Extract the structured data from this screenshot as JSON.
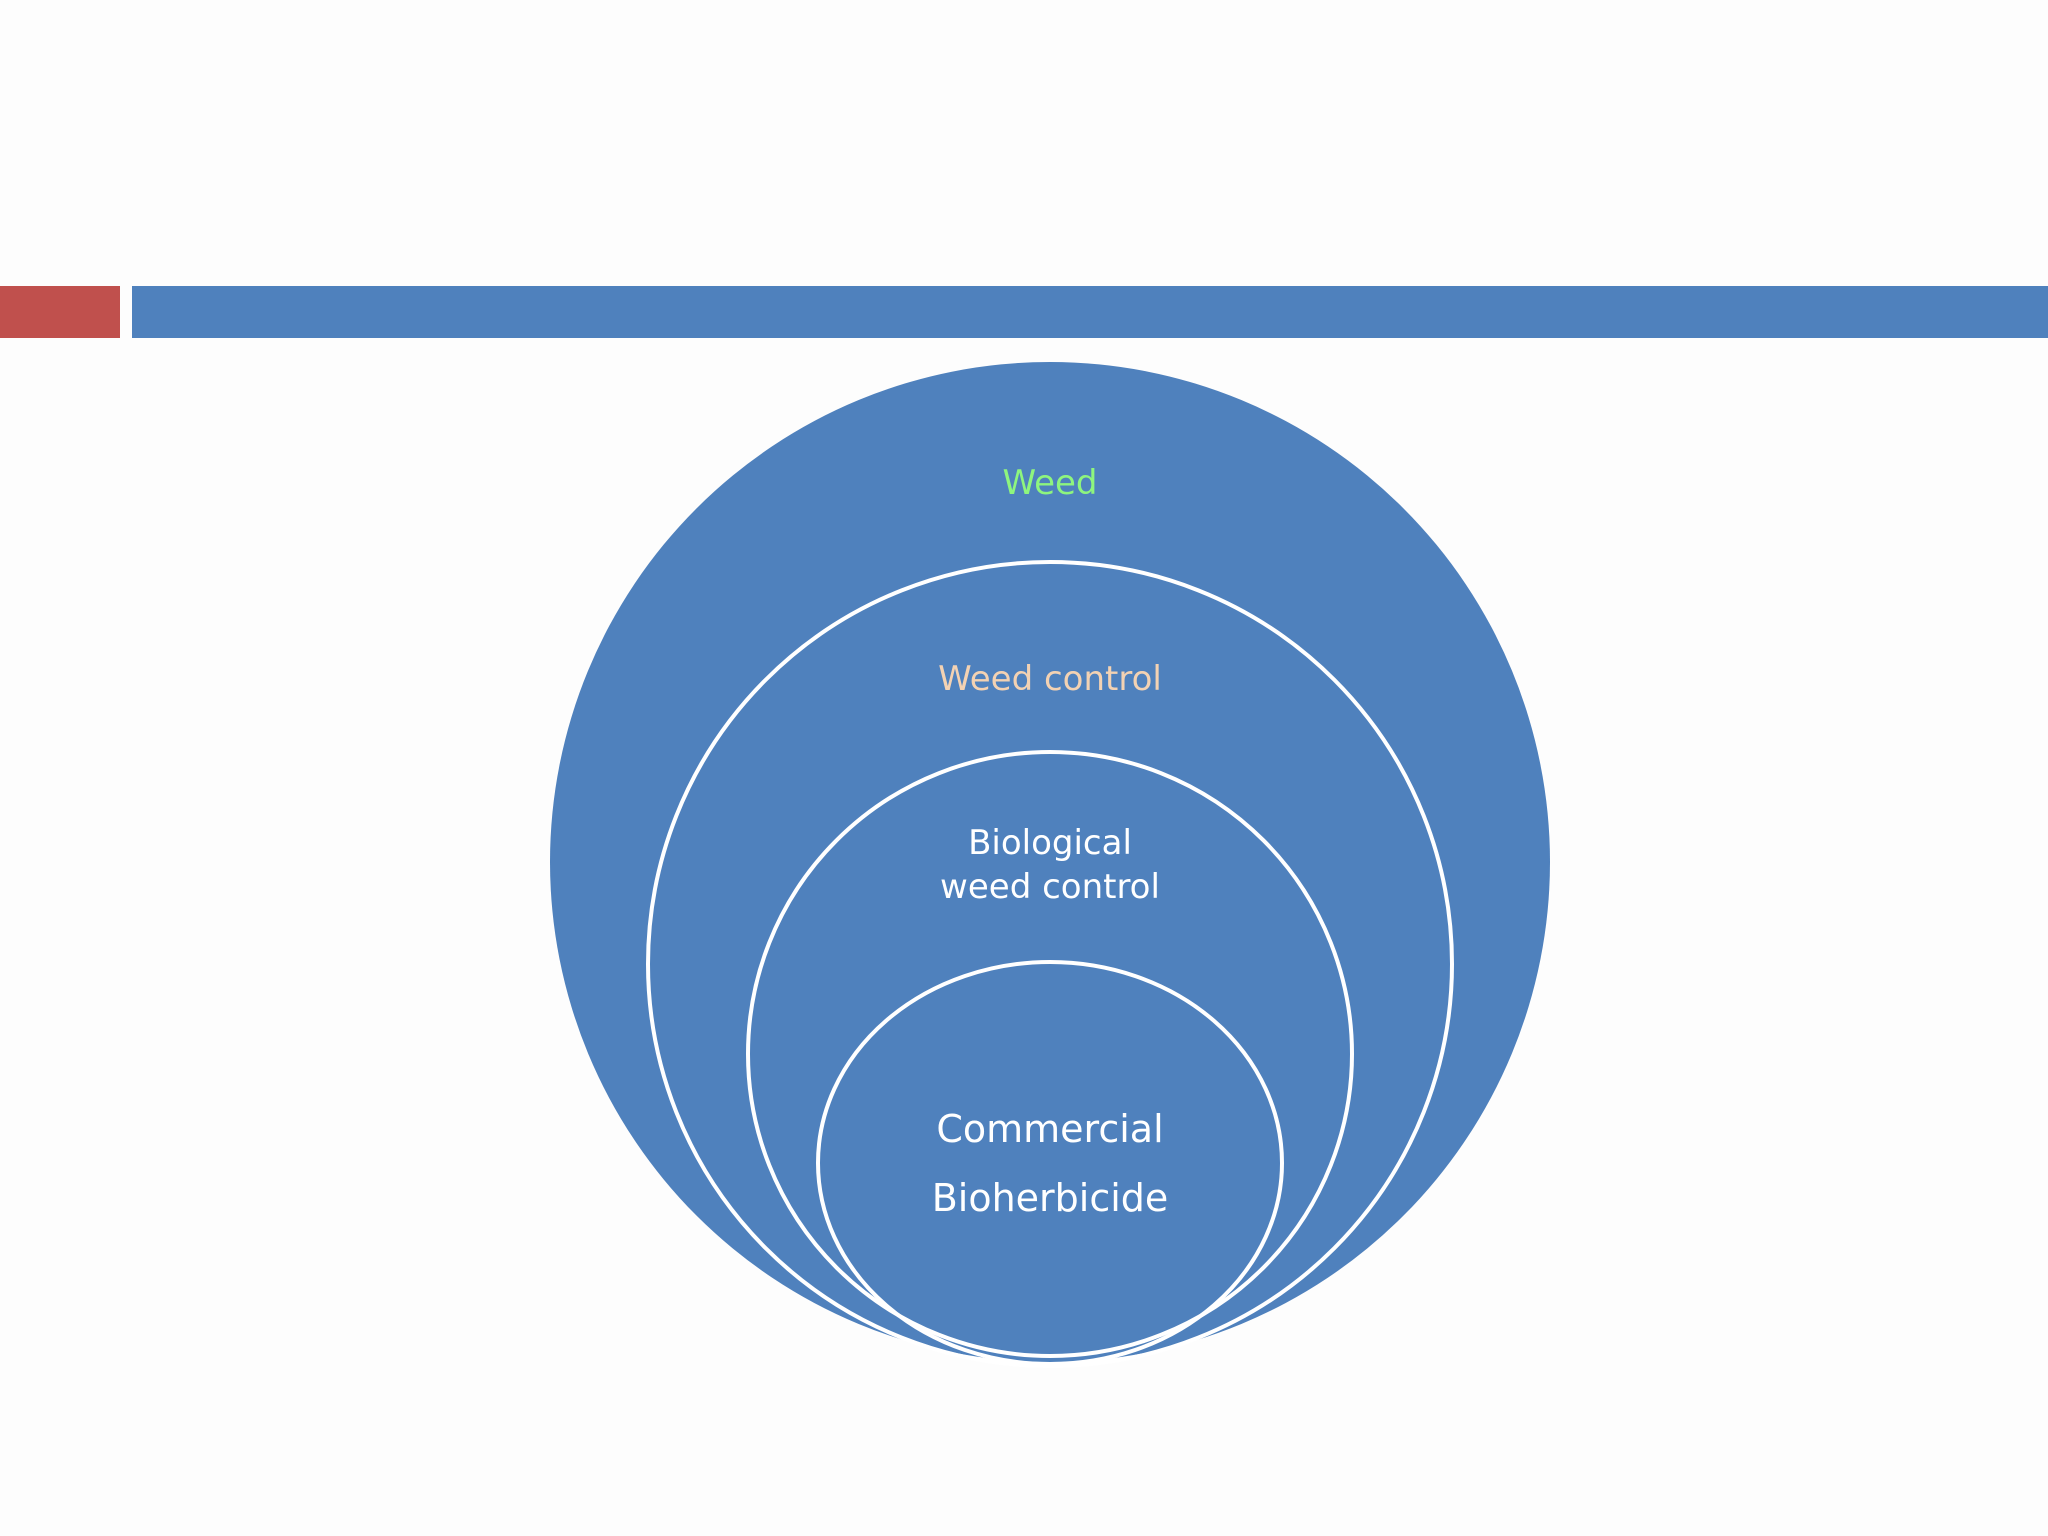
{
  "colors": {
    "accent_bar": "#c0504d",
    "main_bar": "#4f81bd",
    "circle_fill": "#4f81bd",
    "circle_outline": "#ffffff",
    "label_weed": "#8ef57e",
    "label_weed_control": "#f3d2b3",
    "label_inner": "#ffffff"
  },
  "diagram": {
    "levels": [
      {
        "label": "Weed"
      },
      {
        "label": "Weed control"
      },
      {
        "label_lines": [
          "Biological",
          "weed control"
        ]
      },
      {
        "label_lines": [
          "Commercial",
          "Bioherbicide"
        ]
      }
    ]
  }
}
